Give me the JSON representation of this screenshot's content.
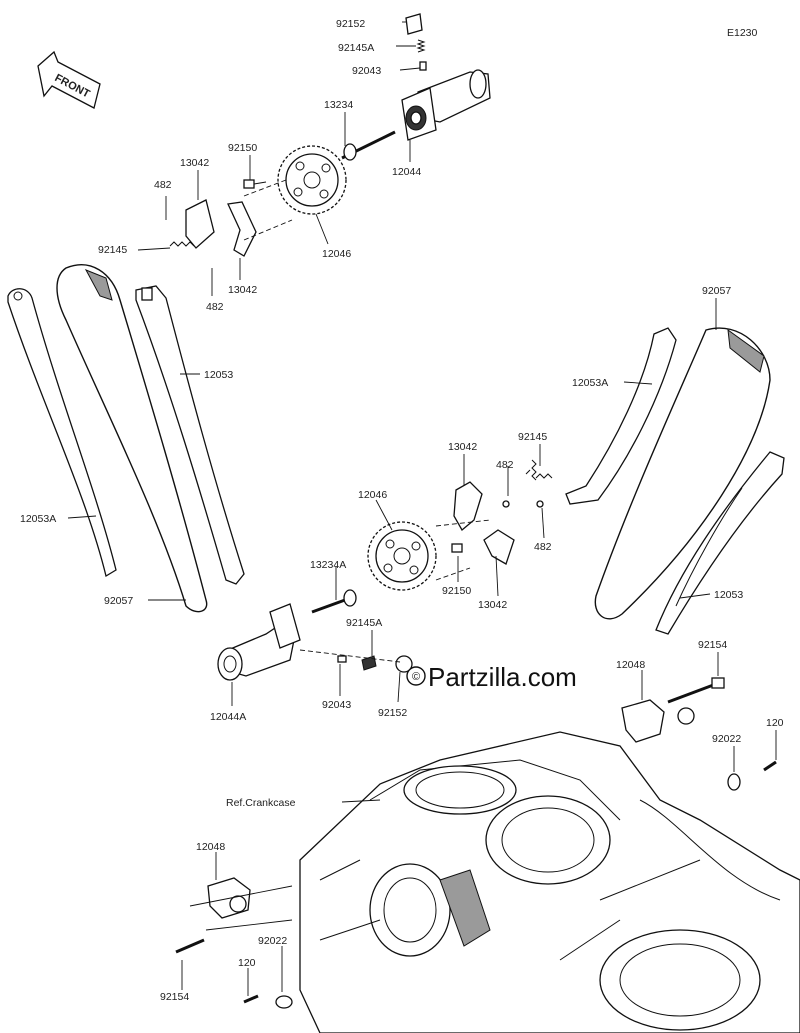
{
  "diagram_code": "E1230",
  "watermark": "Partzilla.com",
  "front_label": "FRONT",
  "ref_label": "Ref.Crankcase",
  "callouts": [
    {
      "id": "92152_top",
      "text": "92152"
    },
    {
      "id": "92145A_top",
      "text": "92145A"
    },
    {
      "id": "92043_top",
      "text": "92043"
    },
    {
      "id": "13234",
      "text": "13234"
    },
    {
      "id": "12044",
      "text": "12044"
    },
    {
      "id": "92150_top",
      "text": "92150"
    },
    {
      "id": "13042_top_a",
      "text": "13042"
    },
    {
      "id": "482_top_a",
      "text": "482"
    },
    {
      "id": "92145_left",
      "text": "92145"
    },
    {
      "id": "482_top_b",
      "text": "482"
    },
    {
      "id": "13042_top_b",
      "text": "13042"
    },
    {
      "id": "12046_top",
      "text": "12046"
    },
    {
      "id": "12053_left",
      "text": "12053"
    },
    {
      "id": "12053A_left",
      "text": "12053A"
    },
    {
      "id": "92057_left",
      "text": "92057"
    },
    {
      "id": "92057_right",
      "text": "92057"
    },
    {
      "id": "12053A_right",
      "text": "12053A"
    },
    {
      "id": "92145_right",
      "text": "92145"
    },
    {
      "id": "13042_mid_a",
      "text": "13042"
    },
    {
      "id": "482_mid_a",
      "text": "482"
    },
    {
      "id": "482_mid_b",
      "text": "482"
    },
    {
      "id": "13042_mid_b",
      "text": "13042"
    },
    {
      "id": "12046_mid",
      "text": "12046"
    },
    {
      "id": "92150_mid",
      "text": "92150"
    },
    {
      "id": "13234A",
      "text": "13234A"
    },
    {
      "id": "12053_right",
      "text": "12053"
    },
    {
      "id": "92145A_mid",
      "text": "92145A"
    },
    {
      "id": "12044A",
      "text": "12044A"
    },
    {
      "id": "92043_mid",
      "text": "92043"
    },
    {
      "id": "92152_mid",
      "text": "92152"
    },
    {
      "id": "12048_right",
      "text": "12048"
    },
    {
      "id": "92154_right",
      "text": "92154"
    },
    {
      "id": "120_right",
      "text": "120"
    },
    {
      "id": "92022_right",
      "text": "92022"
    },
    {
      "id": "12048_left",
      "text": "12048"
    },
    {
      "id": "92022_left",
      "text": "92022"
    },
    {
      "id": "120_left",
      "text": "120"
    },
    {
      "id": "92154_left",
      "text": "92154"
    }
  ]
}
